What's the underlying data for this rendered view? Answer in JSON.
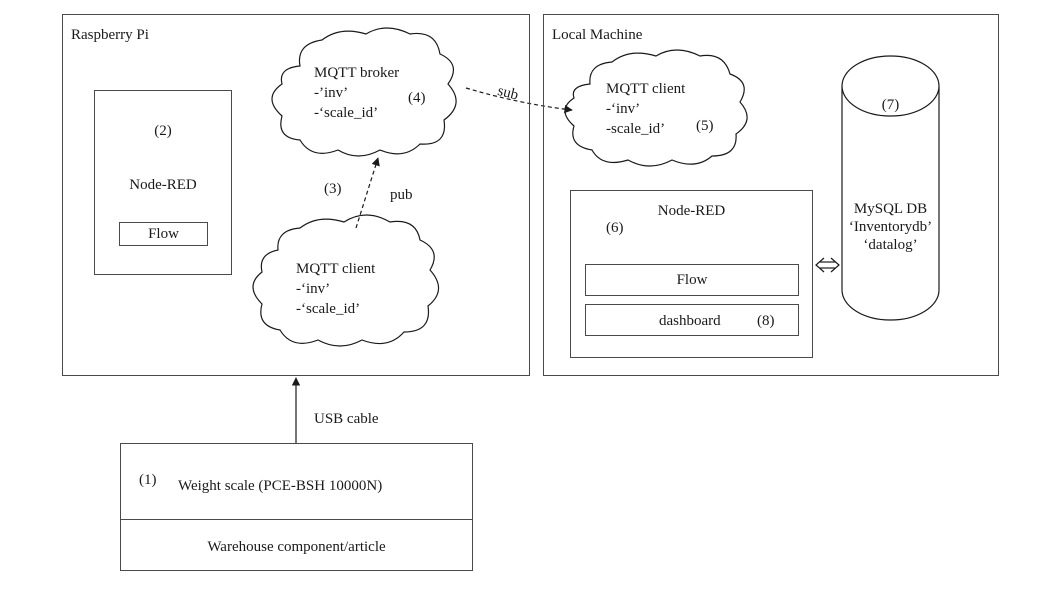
{
  "diagram": {
    "raspberry_pi": {
      "title": "Raspberry Pi",
      "node_red": {
        "number": "(2)",
        "label": "Node-RED",
        "flow": "Flow"
      },
      "broker": {
        "title": "MQTT broker",
        "line1": "-’inv’",
        "line2": "-‘scale_id’",
        "number": "(4)"
      },
      "client": {
        "title": "MQTT client",
        "line1": "-‘inv’",
        "line2": "-‘scale_id’"
      },
      "pub_number": "(3)",
      "pub_label": "pub"
    },
    "local_machine": {
      "title": "Local Machine",
      "client": {
        "title": "MQTT client",
        "line1": "-‘inv’",
        "line2": "-scale_id’",
        "number": "(5)"
      },
      "sub_label": "sub",
      "node_red": {
        "label": "Node-RED",
        "number": "(6)",
        "flow": "Flow",
        "dashboard": "dashboard",
        "dashboard_number": "(8)"
      },
      "db": {
        "number": "(7)",
        "line1": "MySQL DB",
        "line2": "‘Inventorydb’",
        "line3": "‘datalog’"
      }
    },
    "usb_label": "USB cable",
    "scale": {
      "number": "(1)",
      "label": "Weight scale (PCE-BSH 10000N)",
      "component": "Warehouse component/article"
    }
  }
}
